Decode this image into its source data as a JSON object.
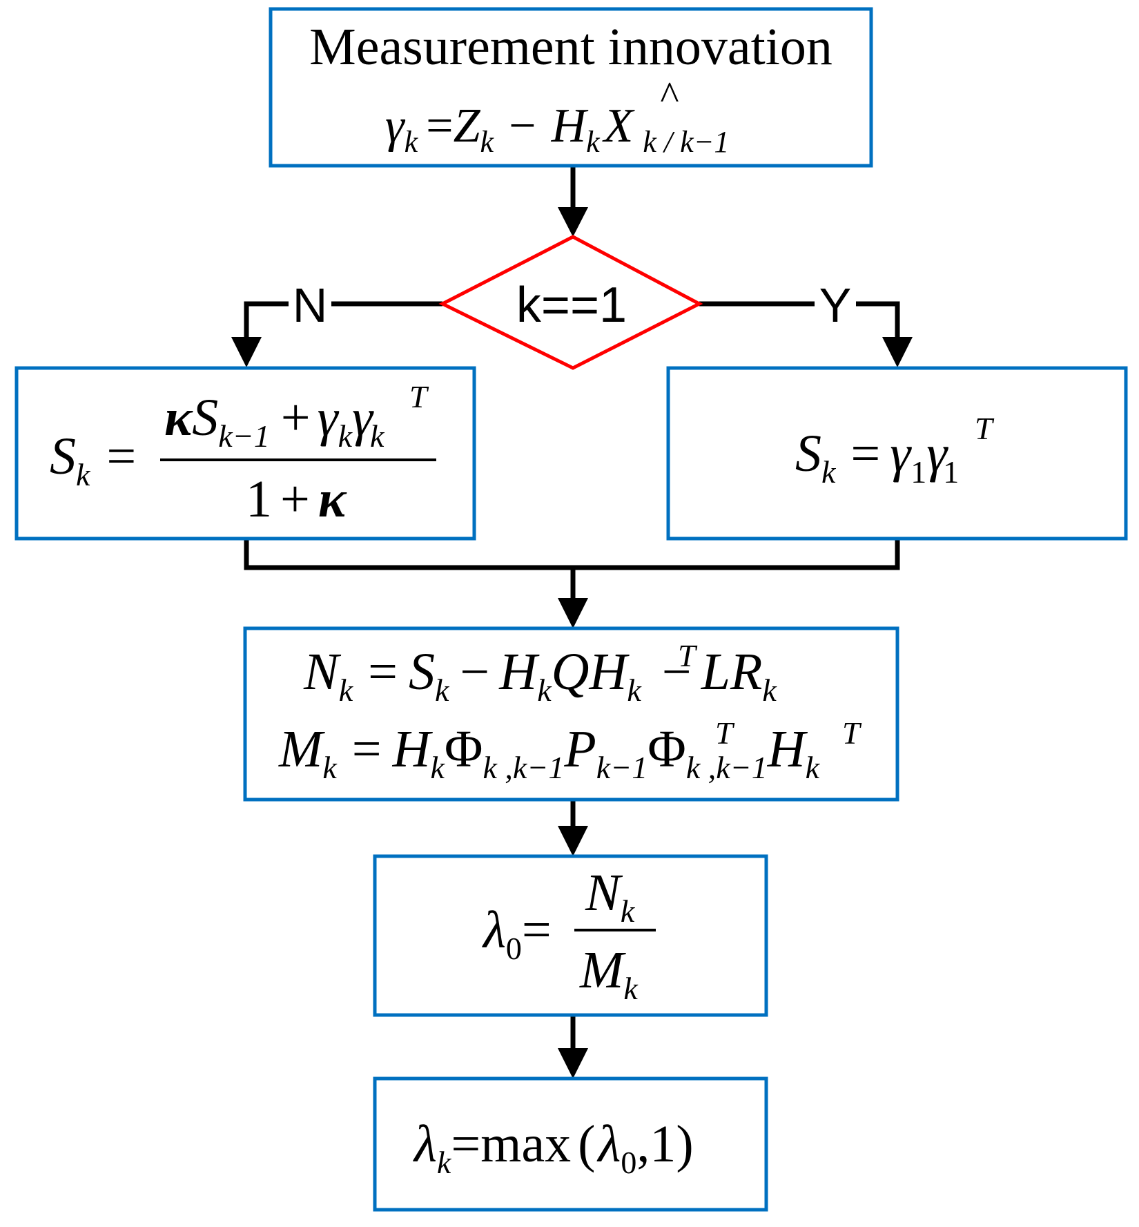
{
  "colors": {
    "box_border": "#0070C0",
    "decision_border": "#ff0000",
    "connector": "#000000"
  },
  "nodes": {
    "innovation": {
      "title": "Measurement innovation",
      "gamma": "γ",
      "k": "k",
      "eq": "=",
      "Z": "Z",
      "minus": "−",
      "H": "H",
      "X": "X",
      "hat": "^",
      "sub_kk1": "k / k−1"
    },
    "decision": {
      "label": "k==1"
    },
    "branch_no": {
      "S": "S",
      "k": "k",
      "eq": "=",
      "kappa": "κ",
      "S2": "S",
      "sub_k1": "k−1",
      "plus": "+",
      "gamma": "γ",
      "k2": "k",
      "gamma2": "γ",
      "k3": "k",
      "T": "T",
      "one": "1",
      "plus2": "+",
      "kappa2": "κ"
    },
    "branch_yes": {
      "S": "S",
      "k": "k",
      "eq": "=",
      "gamma": "γ",
      "one": "1",
      "gamma2": "γ",
      "one2": "1",
      "T": "T"
    },
    "nm": {
      "N": "N",
      "k1": "k",
      "eq1": "=",
      "S": "S",
      "k2": "k",
      "minus1": "−",
      "H": "H",
      "k3": "k",
      "Q": "Q",
      "H2": "H",
      "k4": "k",
      "T1": "T",
      "minus2": "−",
      "LR": "LR",
      "k5": "k",
      "M": "M",
      "k6": "k",
      "eq2": "=",
      "H3": "H",
      "k7": "k",
      "Phi": "Φ",
      "sub_kk1a": "k ,k−1",
      "P": "P",
      "sub_k1": "k−1",
      "Phi2": "Φ",
      "T2": "T",
      "sub_kk1b": "k ,k−1",
      "H4": "H",
      "T3": "T",
      "k8": "k"
    },
    "lambda0": {
      "lambda": "λ",
      "zero": "0",
      "eq": "=",
      "N": "N",
      "k1": "k",
      "M": "M",
      "k2": "k"
    },
    "lambdak": {
      "lambda": "λ",
      "k": "k",
      "eq": "=",
      "max": "max",
      "lparen": "(",
      "lambda2": "λ",
      "zero": "0",
      "comma_one": ",1",
      "rparen": ")"
    }
  },
  "edges": {
    "no_label": "N",
    "yes_label": "Y"
  }
}
